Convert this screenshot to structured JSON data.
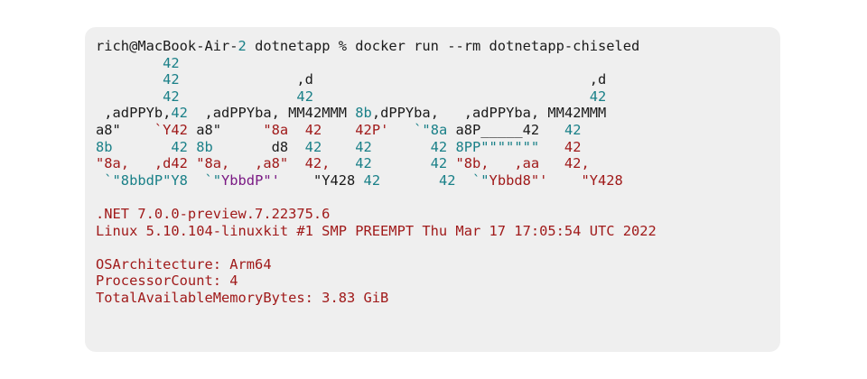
{
  "terminal": {
    "lines": [
      [
        {
          "t": "rich@MacBook-Air-",
          "c": "k"
        },
        {
          "t": "2",
          "c": "t"
        },
        {
          "t": " dotnetapp % docker run --rm dotnetapp-chiseled",
          "c": "k"
        }
      ],
      [
        {
          "t": "        ",
          "c": "k"
        },
        {
          "t": "42",
          "c": "t"
        }
      ],
      [
        {
          "t": "        ",
          "c": "k"
        },
        {
          "t": "42",
          "c": "t"
        },
        {
          "t": "              ,d                                 ,d",
          "c": "k"
        }
      ],
      [
        {
          "t": "        ",
          "c": "k"
        },
        {
          "t": "42",
          "c": "t"
        },
        {
          "t": "              ",
          "c": "k"
        },
        {
          "t": "42",
          "c": "t"
        },
        {
          "t": "                                 ",
          "c": "k"
        },
        {
          "t": "42",
          "c": "t"
        }
      ],
      [
        {
          "t": " ,adPPYb,",
          "c": "k"
        },
        {
          "t": "42",
          "c": "t"
        },
        {
          "t": "  ,adPPYba, MM42MMM ",
          "c": "k"
        },
        {
          "t": "8b",
          "c": "t"
        },
        {
          "t": ",dPPYba,   ,adPPYba, MM42MMM",
          "c": "k"
        }
      ],
      [
        {
          "t": "a8\"",
          "c": "k"
        },
        {
          "t": "    `Y42",
          "c": "r"
        },
        {
          "t": " a8\"",
          "c": "k"
        },
        {
          "t": "     \"8a  42    42P'",
          "c": "r"
        },
        {
          "t": "   `\"8a ",
          "c": "t"
        },
        {
          "t": "a8P_____42   ",
          "c": "k"
        },
        {
          "t": "42",
          "c": "t"
        }
      ],
      [
        {
          "t": "8b       42 8b       ",
          "c": "t"
        },
        {
          "t": "d8",
          "c": "k"
        },
        {
          "t": "  42    42       42 8PP\"\"\"\"\"\"\"   ",
          "c": "t"
        },
        {
          "t": "42",
          "c": "r"
        }
      ],
      [
        {
          "t": "\"8a,   ,d42 \"8a,   ,a8\"  42,",
          "c": "r"
        },
        {
          "t": "   42       42 ",
          "c": "t"
        },
        {
          "t": "\"8b,   ,aa   42,",
          "c": "r"
        }
      ],
      [
        {
          "t": " `\"8bbdP\"Y8  `\"",
          "c": "t"
        },
        {
          "t": "YbbdP\"'",
          "c": "p"
        },
        {
          "t": "    \"Y428 ",
          "c": "k"
        },
        {
          "t": "42       42  `\"",
          "c": "t"
        },
        {
          "t": "Ybbd8\"'",
          "c": "r"
        },
        {
          "t": "    \"Y428",
          "c": "r"
        }
      ],
      [],
      [
        {
          "t": ".NET 7.0.0-preview.7.22375.6",
          "c": "r"
        }
      ],
      [
        {
          "t": "Linux 5.10.104-linuxkit #1 SMP PREEMPT Thu Mar 17 17:05:54 UTC 2022",
          "c": "r"
        }
      ],
      [],
      [
        {
          "t": "OSArchitecture: Arm64",
          "c": "r"
        }
      ],
      [
        {
          "t": "ProcessorCount: 4",
          "c": "r"
        }
      ],
      [
        {
          "t": "TotalAvailableMemoryBytes: 3.83 GiB",
          "c": "r"
        }
      ]
    ]
  },
  "colors": {
    "default_text": "#1b1b1b",
    "teal": "#1a8088",
    "red": "#a01a1a",
    "purple": "#7a1a84",
    "terminal_background": "#efefef"
  }
}
